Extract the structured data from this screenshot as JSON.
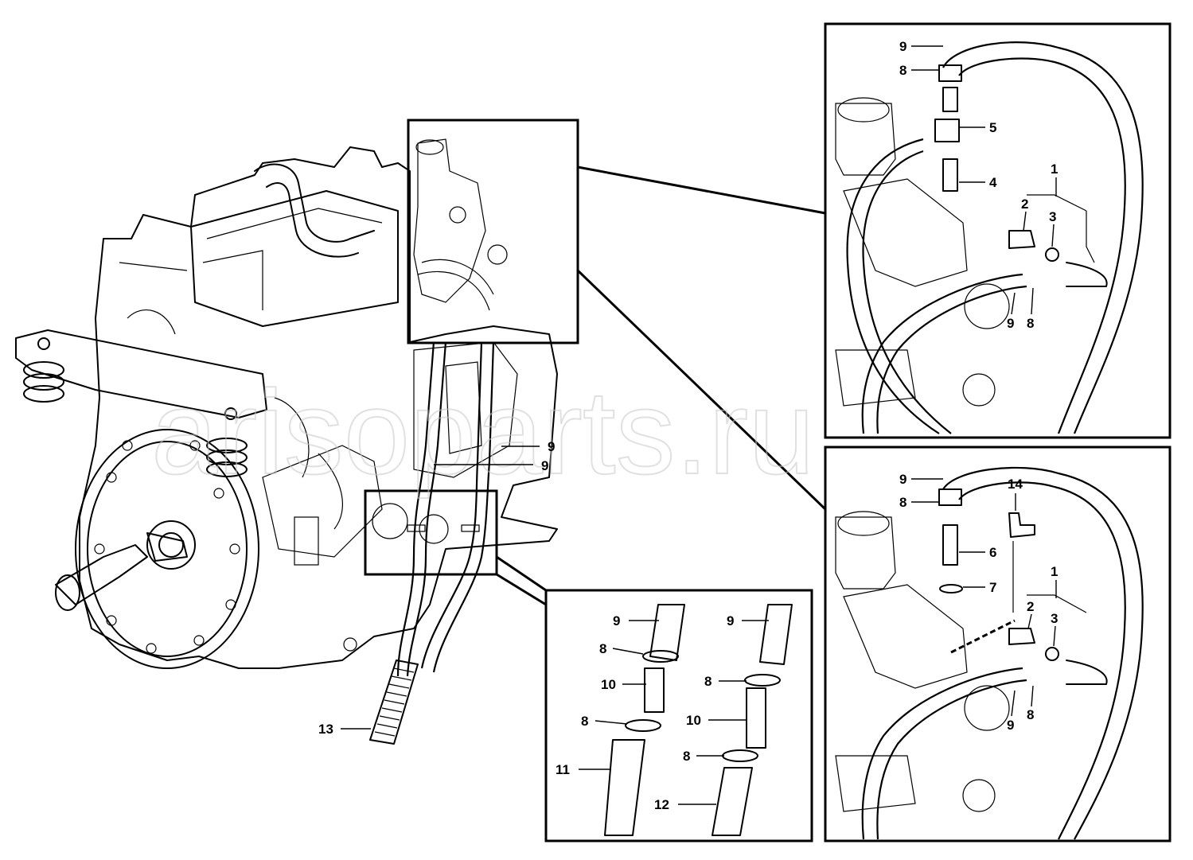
{
  "watermark": "arisoparts.ru",
  "callouts": {
    "main_9a": "9",
    "main_9b": "9",
    "main_13": "13",
    "tr_9": "9",
    "tr_8": "8",
    "tr_5": "5",
    "tr_4": "4",
    "tr_1": "1",
    "tr_2": "2",
    "tr_3": "3",
    "tr_9b": "9",
    "tr_8b": "8",
    "br_9": "9",
    "br_8": "8",
    "br_14": "14",
    "br_6": "6",
    "br_7": "7",
    "br_1": "1",
    "br_2": "2",
    "br_3": "3",
    "br_9b": "9",
    "br_8b": "8",
    "bc_9a": "9",
    "bc_8a": "8",
    "bc_10a": "10",
    "bc_8b": "8",
    "bc_11": "11",
    "bc_9b": "9",
    "bc_8c": "8",
    "bc_10b": "10",
    "bc_8d": "8",
    "bc_12": "12"
  }
}
